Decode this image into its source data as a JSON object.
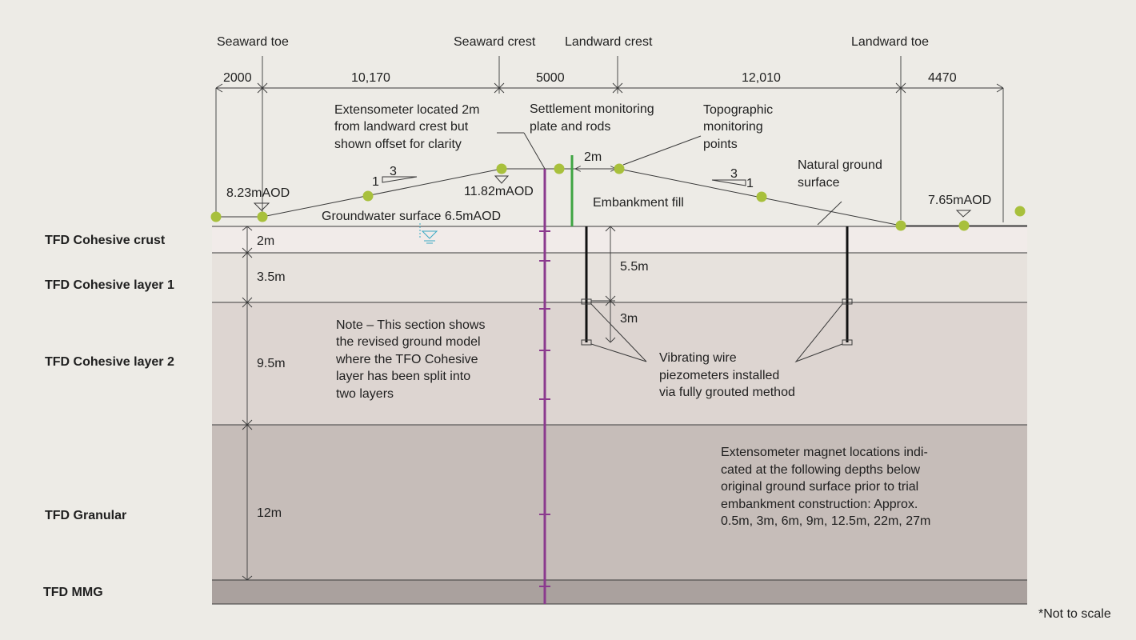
{
  "positions": {
    "seaward_toe": "Seaward toe",
    "seaward_crest": "Seaward crest",
    "landward_crest": "Landward crest",
    "landward_toe": "Landward toe"
  },
  "dimensions": [
    "2000",
    "10,170",
    "5000",
    "12,010",
    "4470"
  ],
  "levels": {
    "seaward_toe": "8.23mAOD",
    "seaward_crest": "11.82mAOD",
    "landward_toe": "7.65mAOD",
    "groundwater": "Groundwater surface 6.5mAOD"
  },
  "slopes": {
    "seaward": {
      "run": "3",
      "rise": "1"
    },
    "landward": {
      "run": "3",
      "rise": "1"
    }
  },
  "labels": {
    "extensometer": [
      "Extensometer located 2m",
      "from landward crest but",
      "shown offset for clarity"
    ],
    "settlement": [
      "Settlement monitoring",
      "plate and rods"
    ],
    "topographic": [
      "Topographic",
      "monitoring",
      "points"
    ],
    "natural_ground": [
      "Natural ground",
      "surface"
    ],
    "embankment_fill": "Embankment fill",
    "offset_2m": "2m",
    "piezometers": [
      "Vibrating wire",
      "piezometers installed",
      "via fully grouted method"
    ],
    "depth_55": "5.5m",
    "depth_3": "3m",
    "note": [
      "Note – This section shows",
      "the revised ground model",
      "where the TFO Cohesive",
      "layer has been split into",
      "two layers"
    ],
    "magnets": [
      "Extensometer magnet locations indi-",
      "cated at the following depths below",
      "original ground surface prior to trial",
      "embankment construction: Approx.",
      "0.5m, 3m, 6m, 9m, 12.5m, 22m, 27m"
    ],
    "not_to_scale": "*Not to scale"
  },
  "layers": [
    {
      "name": "TFD Cohesive crust",
      "thickness": "2m",
      "color": "#f1ebe9"
    },
    {
      "name": "TFD Cohesive layer 1",
      "thickness": "3.5m",
      "color": "#e7e2dd"
    },
    {
      "name": "TFD Cohesive layer 2",
      "thickness": "9.5m",
      "color": "#ddd5d1"
    },
    {
      "name": "TFD Granular",
      "thickness": "12m",
      "color": "#c6bdb9"
    },
    {
      "name": "TFD MMG",
      "thickness": "",
      "color": "#aaa19e"
    }
  ],
  "colors": {
    "background": "#edebe6",
    "monitoring_point": "#a8c03c",
    "extensometer": "#8b3a8e",
    "settlement_rod": "#3fa443",
    "groundwater": "#3aa9c4",
    "line": "#3a3a3a"
  }
}
